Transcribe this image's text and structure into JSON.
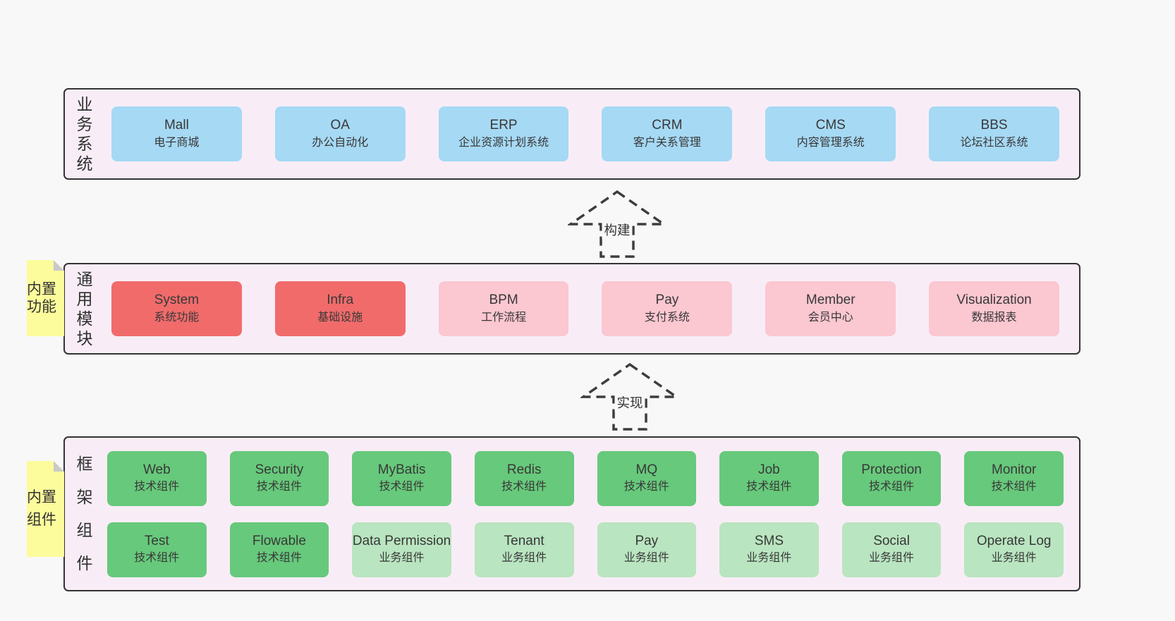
{
  "colors": {
    "page_bg": "#f8f8f8",
    "container_bg": "#f8edf6",
    "container_border": "#333333",
    "sticky_yellow": "#fcfc9c",
    "sticky_fold": "#c9c9c9",
    "blue": "#a6d9f4",
    "red": "#f16b6b",
    "pink": "#fbc7d1",
    "green": "#67c97b",
    "lightgreen": "#b9e5c0"
  },
  "arrows": {
    "build": {
      "label": "构建"
    },
    "implement": {
      "label": "实现"
    }
  },
  "sections": {
    "business": {
      "side_label": "业务系统",
      "boxes": [
        {
          "name": "Mall",
          "desc": "电子商城",
          "variant": "blue"
        },
        {
          "name": "OA",
          "desc": "办公自动化",
          "variant": "blue"
        },
        {
          "name": "ERP",
          "desc": "企业资源计划系统",
          "variant": "blue"
        },
        {
          "name": "CRM",
          "desc": "客户关系管理",
          "variant": "blue"
        },
        {
          "name": "CMS",
          "desc": "内容管理系统",
          "variant": "blue"
        },
        {
          "name": "BBS",
          "desc": "论坛社区系统",
          "variant": "blue"
        }
      ]
    },
    "modules": {
      "side_label": "通用模块",
      "sticky_label": "内置功能",
      "boxes": [
        {
          "name": "System",
          "desc": "系统功能",
          "variant": "red"
        },
        {
          "name": "Infra",
          "desc": "基础设施",
          "variant": "red"
        },
        {
          "name": "BPM",
          "desc": "工作流程",
          "variant": "pink"
        },
        {
          "name": "Pay",
          "desc": "支付系统",
          "variant": "pink"
        },
        {
          "name": "Member",
          "desc": "会员中心",
          "variant": "pink"
        },
        {
          "name": "Visualization",
          "desc": "数据报表",
          "variant": "pink"
        }
      ]
    },
    "components": {
      "side_label": "框架组件",
      "sticky_label": "内置组件",
      "rows": [
        [
          {
            "name": "Web",
            "desc": "技术组件",
            "variant": "green"
          },
          {
            "name": "Security",
            "desc": "技术组件",
            "variant": "green"
          },
          {
            "name": "MyBatis",
            "desc": "技术组件",
            "variant": "green"
          },
          {
            "name": "Redis",
            "desc": "技术组件",
            "variant": "green"
          },
          {
            "name": "MQ",
            "desc": "技术组件",
            "variant": "green"
          },
          {
            "name": "Job",
            "desc": "技术组件",
            "variant": "green"
          },
          {
            "name": "Protection",
            "desc": "技术组件",
            "variant": "green"
          },
          {
            "name": "Monitor",
            "desc": "技术组件",
            "variant": "green"
          }
        ],
        [
          {
            "name": "Test",
            "desc": "技术组件",
            "variant": "green"
          },
          {
            "name": "Flowable",
            "desc": "技术组件",
            "variant": "green"
          },
          {
            "name": "Data Permission",
            "desc": "业务组件",
            "variant": "lightgreen"
          },
          {
            "name": "Tenant",
            "desc": "业务组件",
            "variant": "lightgreen"
          },
          {
            "name": "Pay",
            "desc": "业务组件",
            "variant": "lightgreen"
          },
          {
            "name": "SMS",
            "desc": "业务组件",
            "variant": "lightgreen"
          },
          {
            "name": "Social",
            "desc": "业务组件",
            "variant": "lightgreen"
          },
          {
            "name": "Operate Log",
            "desc": "业务组件",
            "variant": "lightgreen"
          }
        ]
      ]
    }
  }
}
